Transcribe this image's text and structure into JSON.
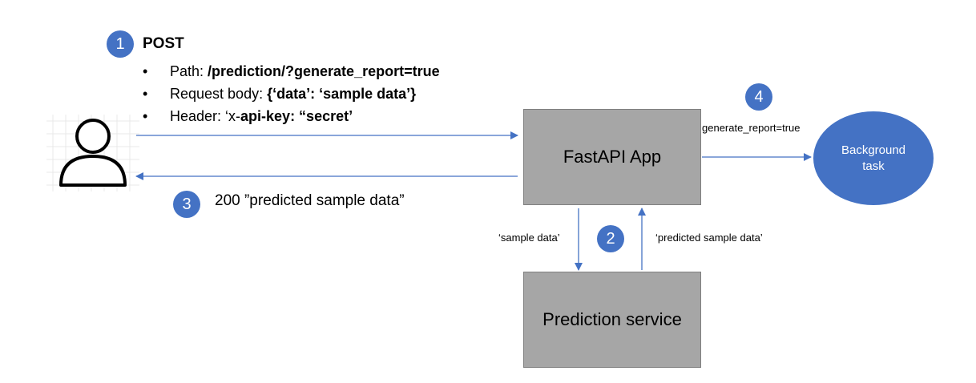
{
  "steps": [
    {
      "number": "1"
    },
    {
      "number": "2"
    },
    {
      "number": "3"
    },
    {
      "number": "4"
    }
  ],
  "request": {
    "method": "POST",
    "lines": [
      {
        "bullet": "•",
        "label": "Path: ",
        "value": "/prediction/?generate_report=true"
      },
      {
        "bullet": "•",
        "label": "Request body: ",
        "value": "{‘data’: ‘sample data’}"
      },
      {
        "bullet": "•",
        "label": "Header: ‘x-",
        "value": "api-key: “secret’"
      }
    ]
  },
  "response": {
    "label": "200 ”predicted sample data”"
  },
  "nodes": {
    "fastapi": {
      "label": "FastAPI App"
    },
    "prediction": {
      "label": "Prediction service"
    },
    "background": {
      "label": "Background task"
    }
  },
  "edges": {
    "to_prediction": "‘sample data’",
    "from_prediction": "‘predicted sample data’",
    "to_background": "generate_report=true"
  },
  "colors": {
    "accent": "#4472c4",
    "box_fill": "#a6a6a6"
  }
}
